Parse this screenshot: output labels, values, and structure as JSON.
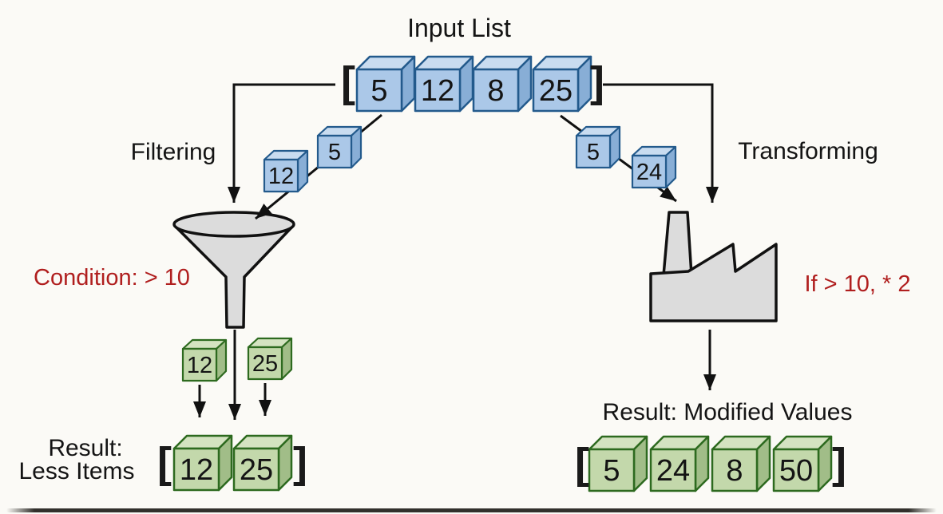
{
  "input_list": {
    "title": "Input List",
    "values": [
      "5",
      "12",
      "8",
      "25"
    ]
  },
  "brackets": {
    "open": "[",
    "close": "]"
  },
  "filtering": {
    "branch_label": "Filtering",
    "condition_label": "Condition: > 10",
    "falling_values": [
      "12",
      "5"
    ],
    "passed_values": [
      "12",
      "25"
    ],
    "result_label_line1": "Result:",
    "result_label_line2": "Less Items",
    "result_values": [
      "12",
      "25"
    ]
  },
  "transforming": {
    "branch_label": "Transforming",
    "rule_label": "If > 10, * 2",
    "falling_values": [
      "5",
      "24"
    ],
    "result_label": "Result: Modified Values",
    "result_values": [
      "5",
      "24",
      "8",
      "50"
    ]
  },
  "colors": {
    "cube_blue_front": "#abc8e8",
    "cube_blue_top": "#c9dcf0",
    "cube_blue_side": "#88aed6",
    "cube_blue_outline": "#235a8c",
    "cube_green_front": "#c3d8ab",
    "cube_green_top": "#d4e3c1",
    "cube_green_side": "#a1bd88",
    "cube_green_outline": "#2d6a1f",
    "annotation_red": "#b01e1e",
    "machine_gray": "#dcdcdc",
    "line_black": "#111111"
  }
}
